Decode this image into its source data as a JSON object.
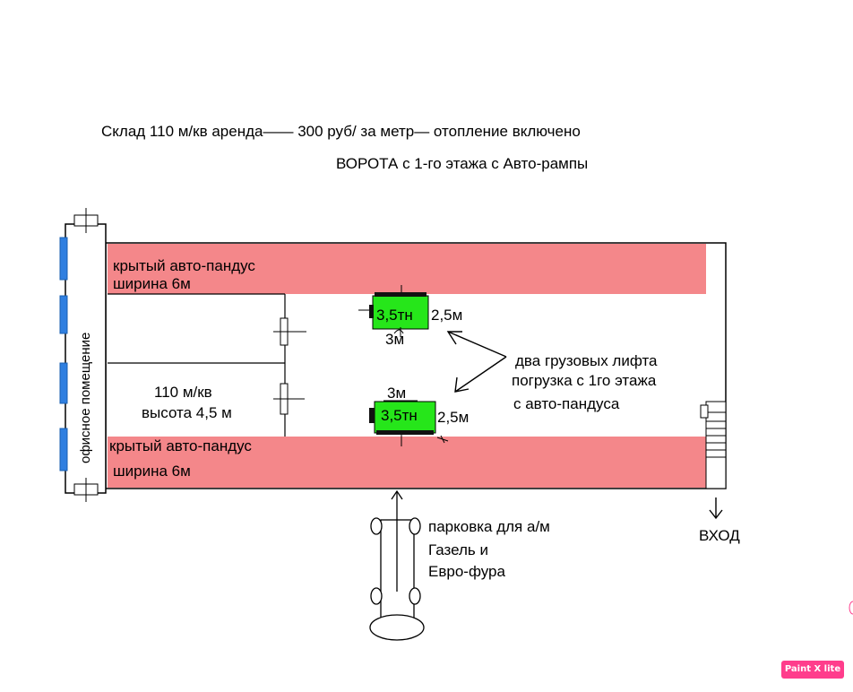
{
  "header": {
    "line1": "Склад 110 м/кв аренда—— 300 руб/ за метр— отопление включено",
    "line2": "ВОРОТА с 1-го этажа с Авто-рампы"
  },
  "office": {
    "label": "офисное помещение"
  },
  "ramp_top": {
    "line1": "крытый авто-пандус",
    "line2": "ширина 6м"
  },
  "ramp_bottom": {
    "line1": "крытый авто-пандус",
    "line2": "ширина 6м"
  },
  "warehouse": {
    "area": "110 м/кв",
    "height": "высота 4,5 м"
  },
  "lift_top": {
    "capacity": "3,5тн",
    "width": "2,5м",
    "depth": "3м"
  },
  "lift_bottom": {
    "capacity": "3,5тн",
    "width": "2,5м",
    "depth": "3м"
  },
  "lifts_note": {
    "line1": "два грузовых лифта",
    "line2": "погрузка с 1го этажа",
    "line3": "с авто-пандуса"
  },
  "parking": {
    "line1": "парковка для а/м",
    "line2": "Газель и",
    "line3": "Евро-фура"
  },
  "entrance": {
    "label": "ВХОД"
  },
  "watermark": {
    "label": "Paint X lite"
  },
  "colors": {
    "ramp": "#f4878a",
    "lift": "#26e61a",
    "window": "#2f7fe0",
    "badge": "#ff3d8c"
  }
}
